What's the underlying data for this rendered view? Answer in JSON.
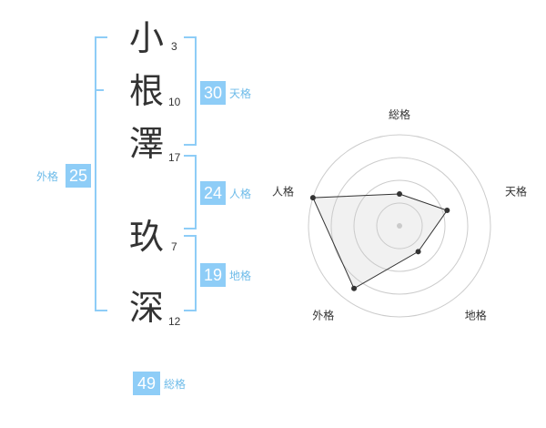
{
  "characters": [
    {
      "char": "小",
      "strokes": "3"
    },
    {
      "char": "根",
      "strokes": "10"
    },
    {
      "char": "澤",
      "strokes": "17"
    },
    {
      "char": "玖",
      "strokes": "7"
    },
    {
      "char": "深",
      "strokes": "12"
    }
  ],
  "fortunes": {
    "tenkaku": {
      "value": "30",
      "label": "天格"
    },
    "jinkaku": {
      "value": "24",
      "label": "人格"
    },
    "chikaku": {
      "value": "19",
      "label": "地格"
    },
    "gaikaku": {
      "value": "25",
      "label": "外格"
    },
    "soukaku": {
      "value": "49",
      "label": "総格"
    }
  },
  "colors": {
    "accent": "#8ecdf7",
    "label": "#6dbbe9",
    "text": "#333333"
  },
  "chart_data": {
    "type": "radar",
    "axes": [
      "総格",
      "天格",
      "地格",
      "外格",
      "人格"
    ],
    "values": [
      0.35,
      0.55,
      0.35,
      0.85,
      1.0
    ],
    "rings": 4
  }
}
